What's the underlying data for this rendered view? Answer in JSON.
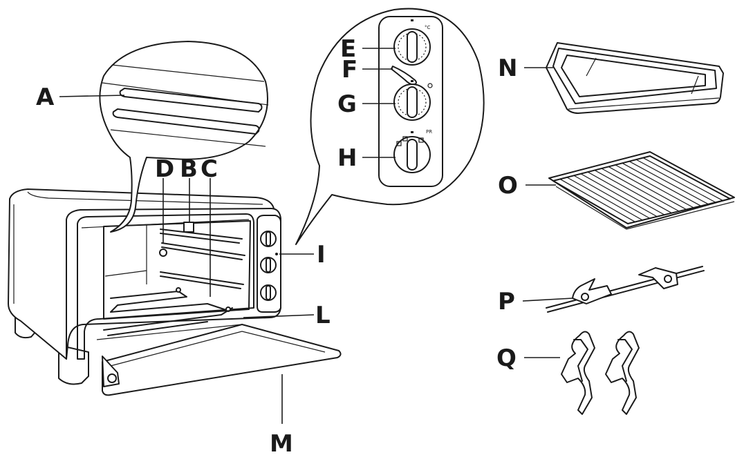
{
  "labels": {
    "A": "A",
    "B": "B",
    "C": "C",
    "D": "D",
    "E": "E",
    "F": "F",
    "G": "G",
    "H": "H",
    "I": "I",
    "L": "L",
    "M": "M",
    "N": "N",
    "O": "O",
    "P": "P",
    "Q": "Q"
  },
  "dial_marks": {
    "temperature_unit": "°C",
    "program": "PR"
  },
  "colors": {
    "line": "#1a1a1a",
    "background": "#ffffff"
  }
}
